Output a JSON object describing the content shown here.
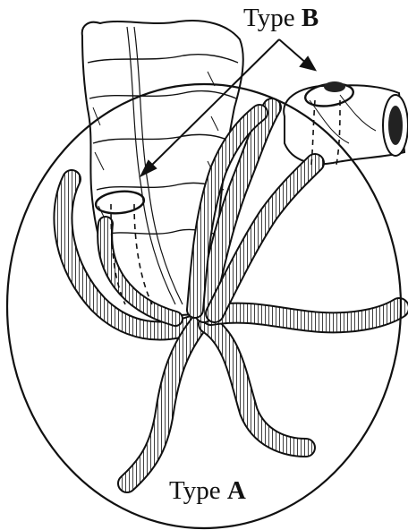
{
  "labels": {
    "type_b": {
      "word": "Type",
      "letter": "B"
    },
    "type_a": {
      "word": "Type",
      "letter": "A"
    }
  },
  "colors": {
    "ink": "#111111",
    "background": "#ffffff",
    "worm_fill": "#ffffff",
    "intestine_fill": "#ffffff"
  }
}
